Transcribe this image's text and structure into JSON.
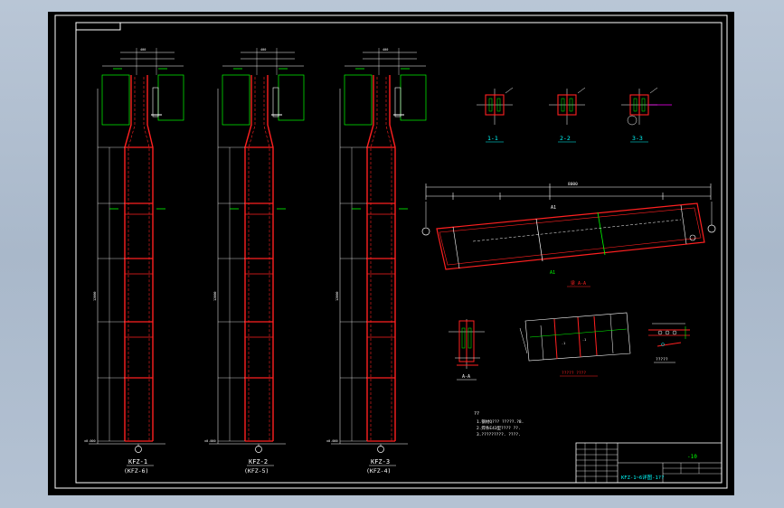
{
  "colors": {
    "background": "#000000",
    "frame": "#ffffff",
    "steel": "#ff2020",
    "dimension": "#00ff00",
    "text": "#ffffff",
    "section_accent": "#00ffff",
    "bolt": "#ff00ff",
    "titleblock_accent": "#00ff00"
  },
  "columns": [
    {
      "name": "KFZ-1",
      "alt": "(KFZ-6)"
    },
    {
      "name": "KFZ-2",
      "alt": "(KFZ-5)"
    },
    {
      "name": "KFZ-3",
      "alt": "(KFZ-4)"
    }
  ],
  "section_titles": [
    "1-1",
    "2-2",
    "3-3"
  ],
  "beam_label": "A1",
  "beam_title": "梁 A-A",
  "detail_a_title": "A-A",
  "detail_b_title": "????? ????",
  "detail_c_title": "?????",
  "notes": {
    "heading": "??",
    "lines": [
      "1.钢材Q??? ?????.?8.",
      "2.焊条E43型???? ??.",
      "3.?????????.   ????."
    ]
  },
  "title_block": {
    "sheet_no": "-10",
    "drawing_title": "KFZ-1~6详图-1??"
  },
  "dims": {
    "top_width": "400",
    "col_height": "12000",
    "beam_span": "8000"
  },
  "elevations": {
    "base": "±0.000"
  }
}
